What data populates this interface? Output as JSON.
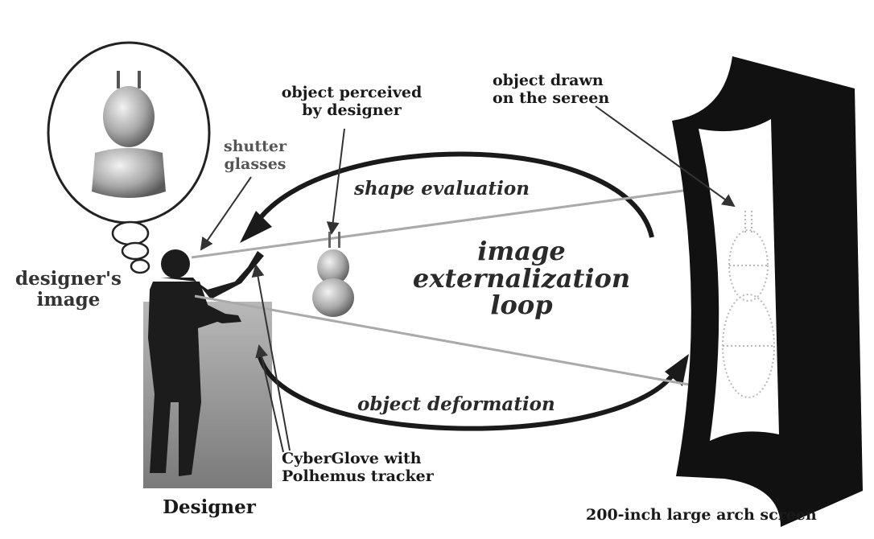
{
  "labels": {
    "object_perceived_line1": "object perceived",
    "object_perceived_line2": "by designer",
    "object_drawn_line1": "object drawn",
    "object_drawn_line2": "on the sereen",
    "shutter_line1": "shutter",
    "shutter_line2": "glasses",
    "designers_image_line1": "designer's",
    "designers_image_line2": "image",
    "shape_evaluation": "shape evaluation",
    "loop_line1": "image",
    "loop_line2": "externalization",
    "loop_line3": "loop",
    "object_deformation": "object deformation",
    "cyberglove_line1": "CyberGlove with",
    "cyberglove_line2": "Polhemus tracker",
    "designer": "Designer",
    "screen": "200-inch large arch screen"
  },
  "colors": {
    "ink": "#1a1a1a",
    "gray_text": "#555555",
    "screen": "#111111",
    "photo_bg": "#9a9a9a"
  }
}
